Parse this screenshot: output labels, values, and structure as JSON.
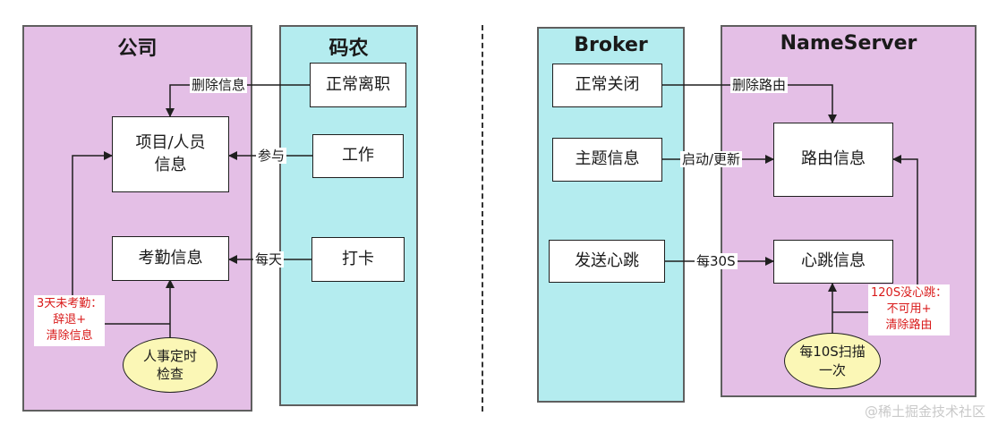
{
  "left": {
    "company_title": "公司",
    "coder_title": "码农",
    "nodes": {
      "normal_resign": "正常离职",
      "work": "工作",
      "clock_in": "打卡",
      "project_info": "项目/人员\n信息",
      "attendance_info": "考勤信息",
      "hr_check": "人事定时\n检查"
    },
    "edges": {
      "delete_info": "删除信息",
      "participate": "参与",
      "daily": "每天",
      "absent_rule": "3天未考勤：\n辞退+\n清除信息"
    }
  },
  "right": {
    "broker_title": "Broker",
    "nameserver_title": "NameServer",
    "nodes": {
      "normal_shutdown": "正常关闭",
      "topic_info": "主题信息",
      "send_heartbeat": "发送心跳",
      "route_info": "路由信息",
      "heartbeat_info": "心跳信息",
      "scan": "每10S扫描\n一次"
    },
    "edges": {
      "delete_route": "删除路由",
      "start_update": "启动/更新",
      "every_30s": "每30S",
      "timeout_rule": "120S没心跳：\n不可用+\n清除路由"
    }
  },
  "watermark": "@稀土掘金技术社区"
}
